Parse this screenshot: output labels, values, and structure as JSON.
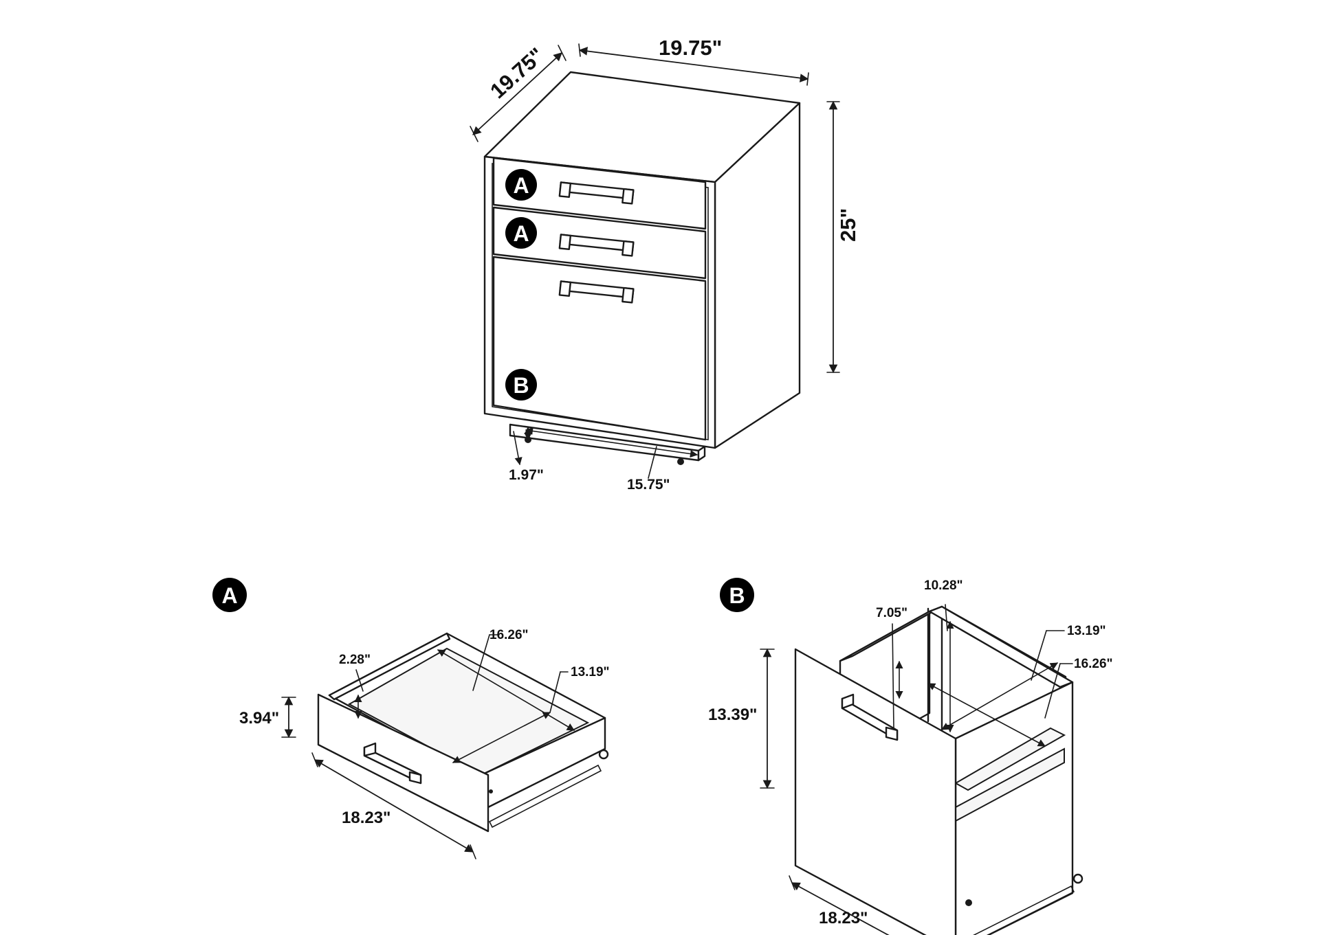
{
  "cabinet": {
    "depth": "19.75\"",
    "width": "19.75\"",
    "height": "25\"",
    "base_height": "1.97\"",
    "base_width": "15.75\"",
    "drawer_markers": [
      "A",
      "A",
      "B"
    ]
  },
  "drawer_a": {
    "marker": "A",
    "height": "3.94\"",
    "inner_height": "2.28\"",
    "inner_depth": "16.26\"",
    "inner_width": "13.19\"",
    "length": "18.23\""
  },
  "drawer_b": {
    "marker": "B",
    "height": "13.39\"",
    "rail_height": "7.05\"",
    "rail_depth": "10.28\"",
    "inner_width": "13.19\"",
    "inner_depth": "16.26\"",
    "length": "18.23\""
  }
}
